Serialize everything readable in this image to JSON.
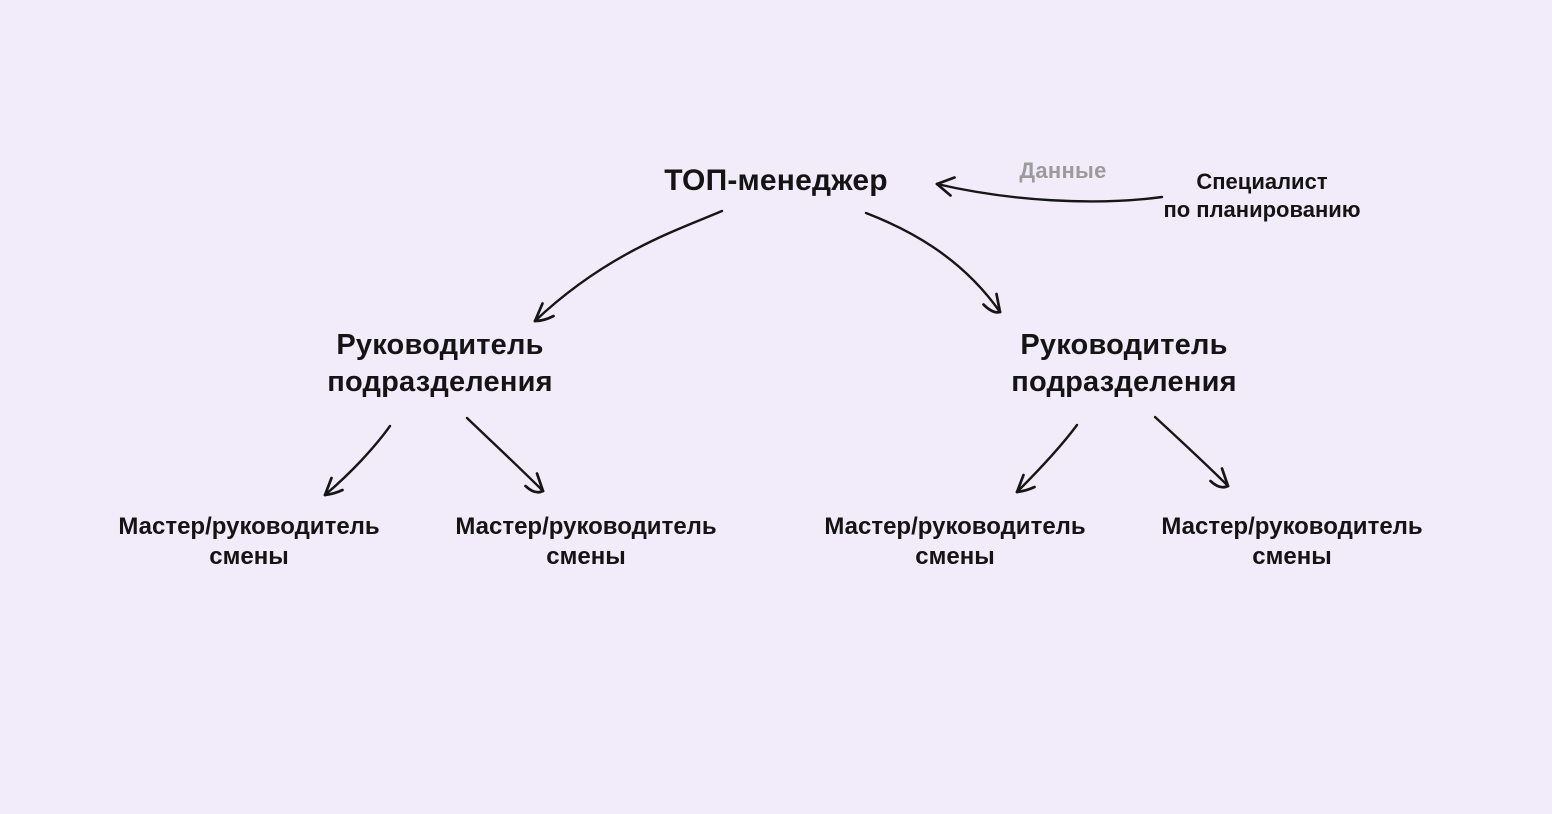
{
  "canvas": {
    "background_color": "#F2ECFA",
    "text_color": "#141414",
    "muted_label_color": "#9B9B9B",
    "arrow_color": "#161616"
  },
  "diagram": {
    "top_manager": "ТОП-менеджер",
    "planner": {
      "line1": "Специалист",
      "line2": "по планированию"
    },
    "division_heads": [
      {
        "line1": "Руководитель",
        "line2": "подразделения"
      },
      {
        "line1": "Руководитель",
        "line2": "подразделения"
      }
    ],
    "shift_masters": [
      {
        "line1": "Мастер/руководитель",
        "line2": "смены"
      },
      {
        "line1": "Мастер/руководитель",
        "line2": "смены"
      },
      {
        "line1": "Мастер/руководитель",
        "line2": "смены"
      },
      {
        "line1": "Мастер/руководитель",
        "line2": "смены"
      }
    ],
    "edges": [
      {
        "from": "planning-specialist",
        "to": "top-manager",
        "label": "Данные"
      },
      {
        "from": "top-manager",
        "to": "division-head-left",
        "label": ""
      },
      {
        "from": "top-manager",
        "to": "division-head-right",
        "label": ""
      },
      {
        "from": "division-head-left",
        "to": "shift-master-1",
        "label": ""
      },
      {
        "from": "division-head-left",
        "to": "shift-master-2",
        "label": ""
      },
      {
        "from": "division-head-right",
        "to": "shift-master-3",
        "label": ""
      },
      {
        "from": "division-head-right",
        "to": "shift-master-4",
        "label": ""
      }
    ]
  }
}
